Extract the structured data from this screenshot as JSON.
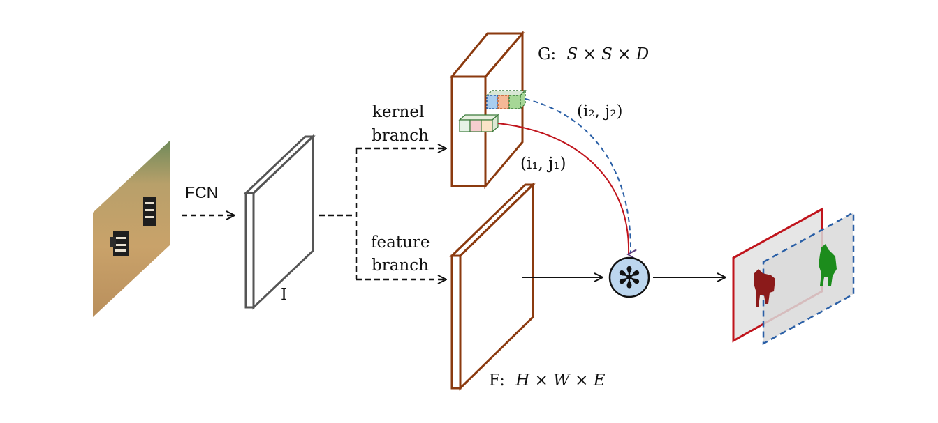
{
  "labels": {
    "fcn": "FCN",
    "input_feature": "I",
    "kernel_branch_line1": "kernel",
    "kernel_branch_line2": "branch",
    "feature_branch_line1": "feature",
    "feature_branch_line2": "branch",
    "g_prefix": "G:",
    "g_dims": "S × S × D",
    "f_prefix": "F:",
    "f_dims": "H × W × E",
    "loc2": "(i₂, j₂)",
    "loc1": "(i₁, j₁)",
    "conv_symbol": "✻"
  },
  "colors": {
    "brown": "#8B3A0F",
    "gray": "#555555",
    "red": "#C0141C",
    "blue": "#2A5FA6",
    "conv_fill": "#BCD6EE",
    "mask_dark_red": "#8B1A1A",
    "mask_green": "#1C8C1C"
  }
}
